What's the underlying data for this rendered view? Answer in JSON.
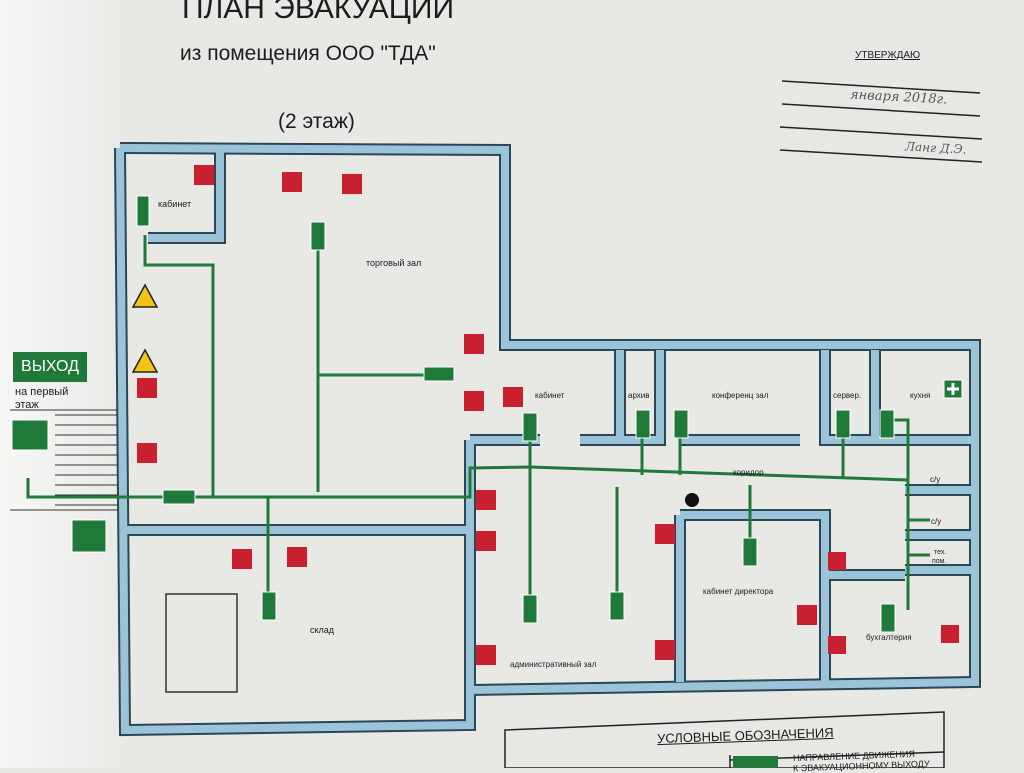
{
  "header": {
    "title": "ПЛАН ЭВАКУАЦИИ",
    "subtitle": "из помещения ООО \"ТДА\"",
    "floor": "(2 этаж)"
  },
  "approval": {
    "label": "УТВЕРЖДАЮ",
    "date_handwritten": "января 2018г.",
    "signature_handwritten": "Ланг Д.Э."
  },
  "exit": {
    "sign": "ВЫХОД",
    "caption_line1": "на первый",
    "caption_line2": "этаж"
  },
  "rooms": {
    "office_1": "кабинет",
    "sales_hall": "торговый зал",
    "office_2": "кабинет",
    "archive": "архив",
    "conference": "конференц зал",
    "server": "сервер.",
    "kitchen": "кухня",
    "corridor": "коридор",
    "wc_1": "с/у",
    "wc_2": "с/у",
    "tech_1": "тех.",
    "tech_2": "пом.",
    "director": "кабинет директора",
    "accounting": "бухгалтерия",
    "admin_hall": "административный зал",
    "warehouse": "склад"
  },
  "legend": {
    "title": "УСЛОВНЫЕ ОБОЗНАЧЕНИЯ",
    "item_1_line1": "НАПРАВЛЕНИЕ ДВИЖЕНИЯ",
    "item_1_line2": "К ЭВАКУАЦИОННОМУ ВЫХОДУ"
  },
  "colors": {
    "wall": "#9cc4d9",
    "evacuation_green": "#1f7a3a",
    "fire_red": "#c8202f",
    "warning_yellow": "#f2c318"
  }
}
